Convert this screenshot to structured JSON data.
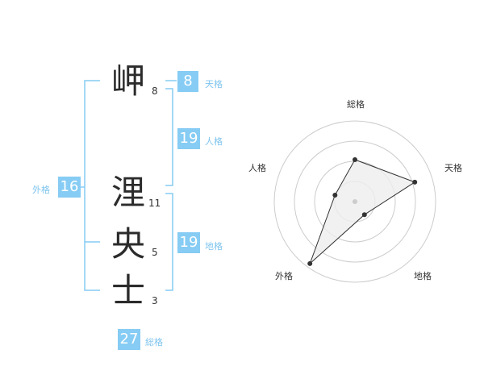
{
  "name_chars": [
    {
      "char": "岬",
      "strokes": "8"
    },
    {
      "char": "浬",
      "strokes": "11"
    },
    {
      "char": "央",
      "strokes": "5"
    },
    {
      "char": "士",
      "strokes": "3"
    }
  ],
  "scores": {
    "tenkaku": {
      "label": "天格",
      "value": "8"
    },
    "jinkaku": {
      "label": "人格",
      "value": "19"
    },
    "chikaku": {
      "label": "地格",
      "value": "19"
    },
    "gaikaku": {
      "label": "外格",
      "value": "16"
    },
    "soukaku": {
      "label": "総格",
      "value": "27"
    }
  },
  "radar": {
    "axes": [
      "総格",
      "天格",
      "地格",
      "外格",
      "人格"
    ],
    "values": [
      0.52,
      0.78,
      0.2,
      0.95,
      0.26
    ],
    "ring_count": 4,
    "colors": {
      "ring": "#cccccc",
      "fill": "#eeeeee",
      "line": "#333333",
      "point": "#333333",
      "center": "#cccccc"
    }
  },
  "colors": {
    "badge": "#86ccf4",
    "bracket": "#86ccf4",
    "badge_label": "#7ec4ee"
  }
}
